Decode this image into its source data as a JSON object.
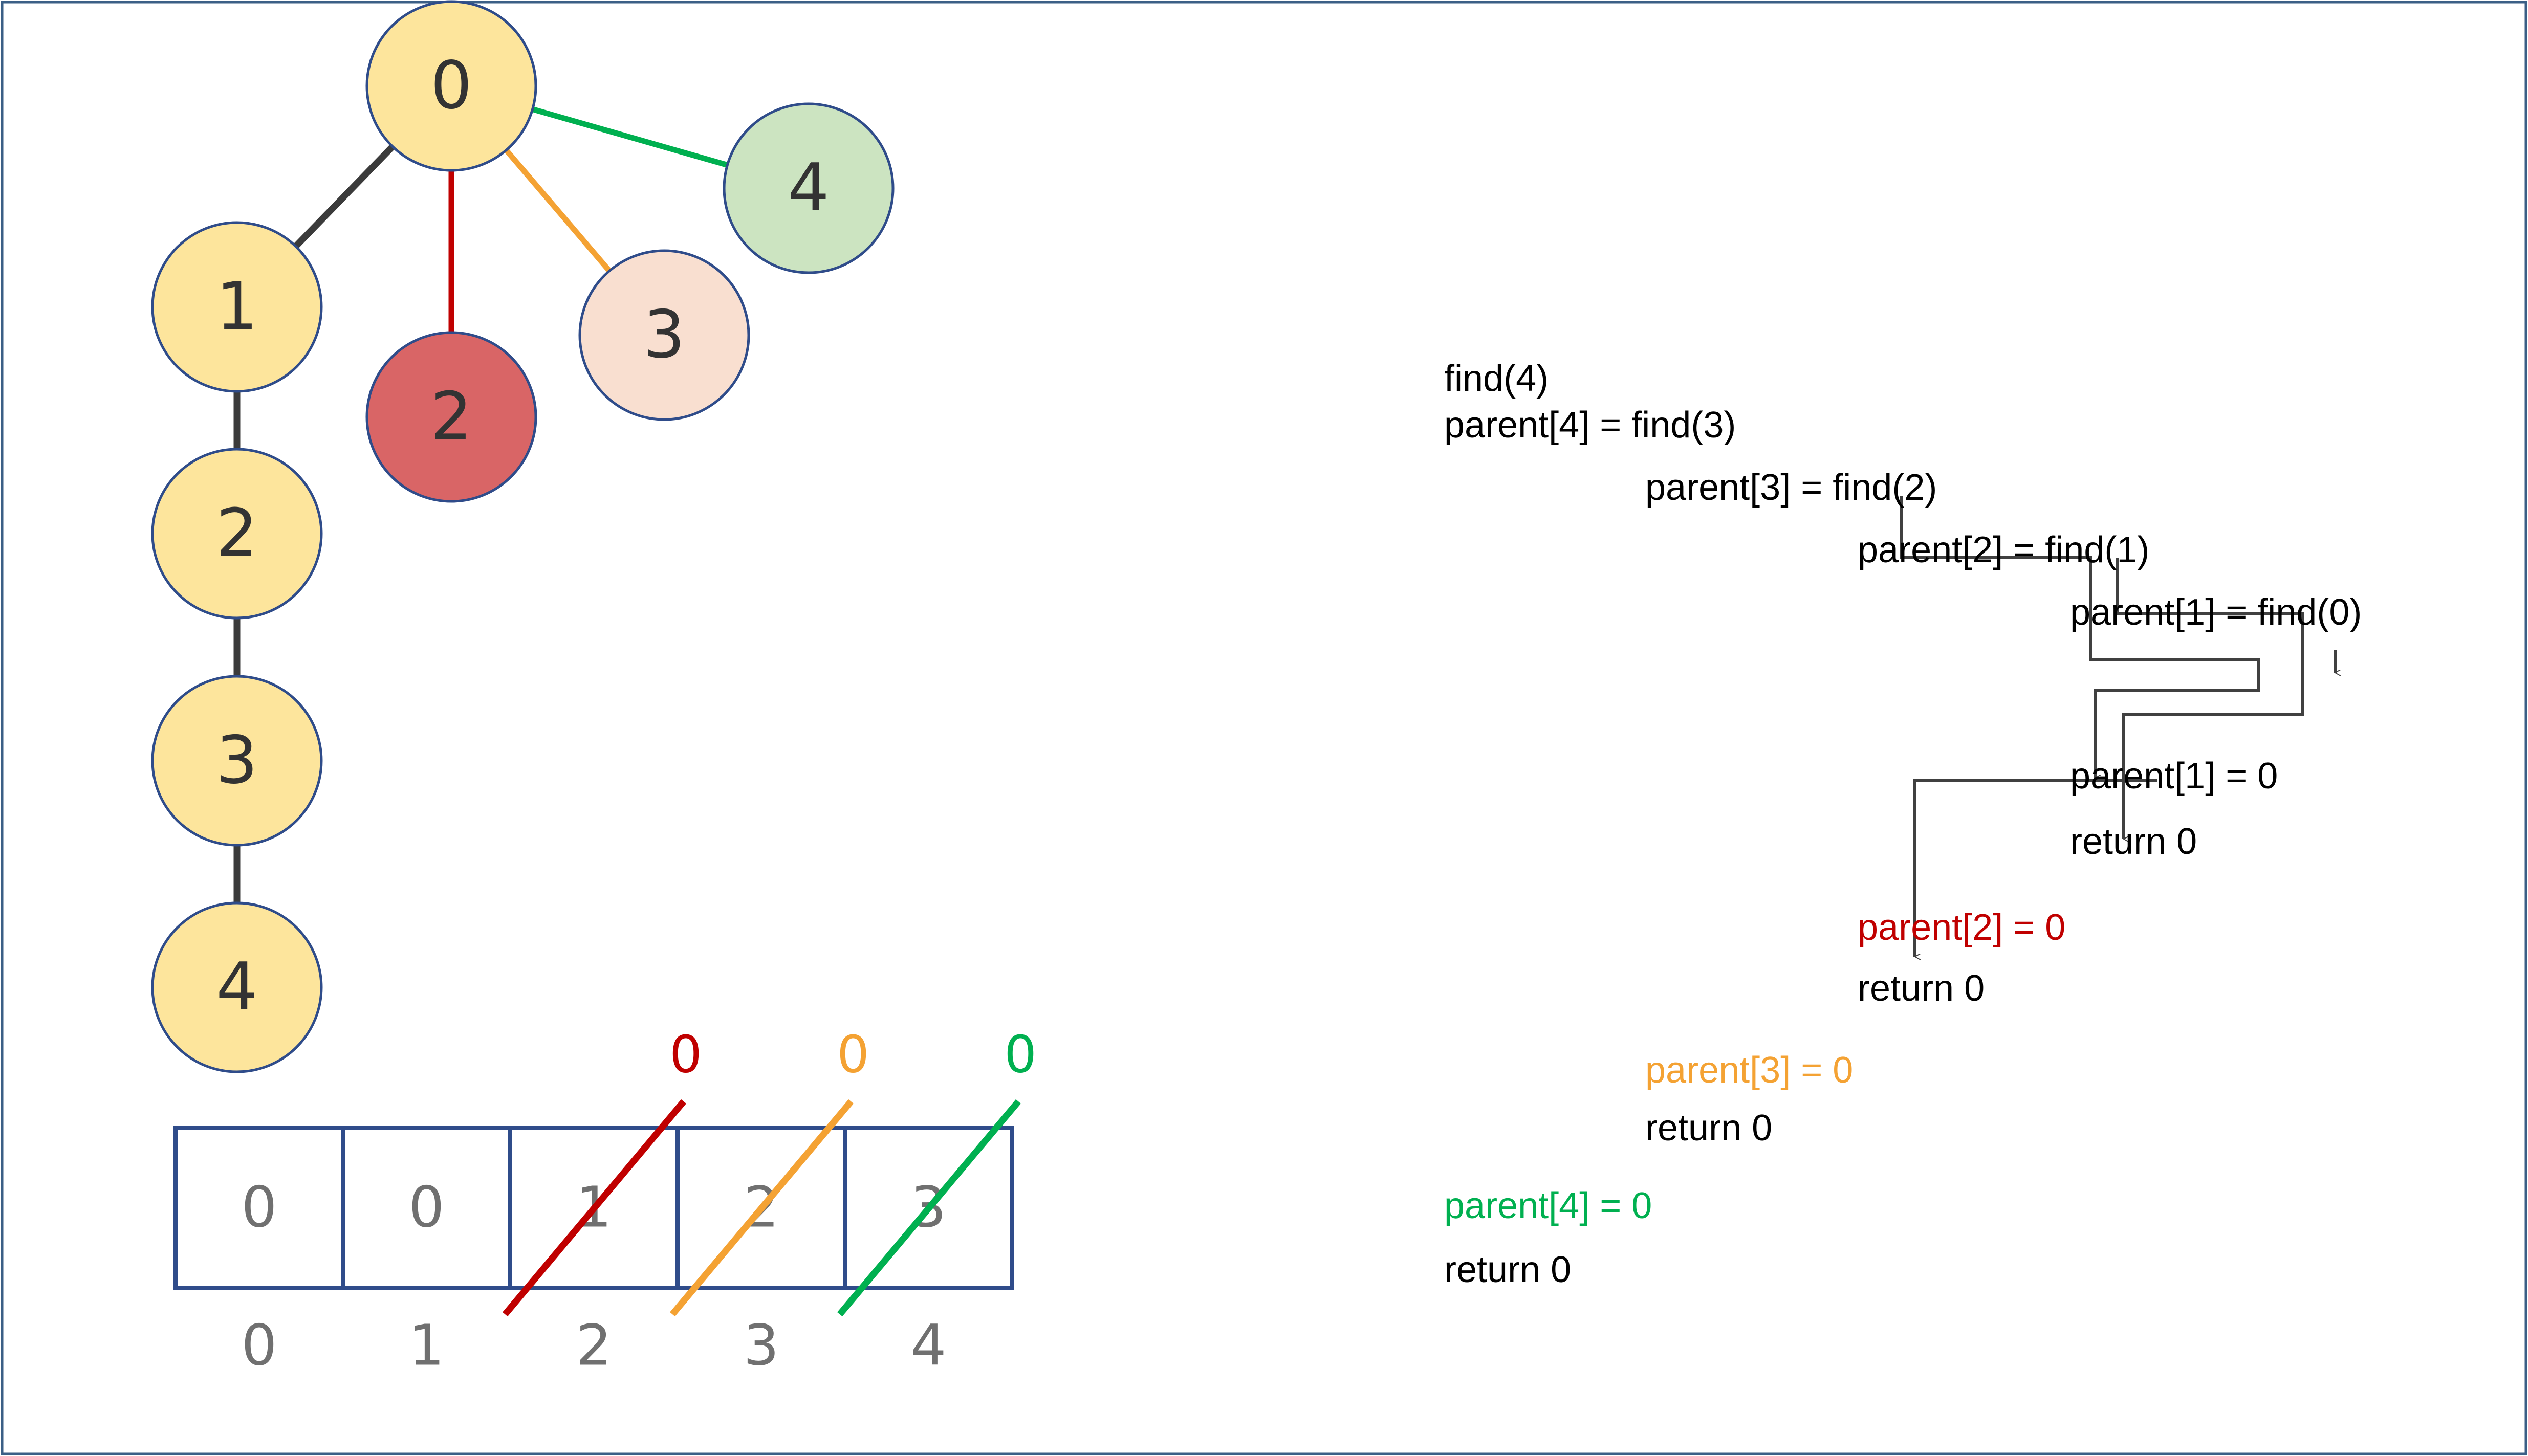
{
  "colors": {
    "frame": "#3b5f86",
    "node_yellow": "#fde59c",
    "node_red": "#d96566",
    "node_peach": "#f9dfd0",
    "node_green": "#cce4c1",
    "node_stroke": "#2f4c8a",
    "edge_dark": "#3b3b3b",
    "red": "#c00000",
    "orange": "#f4a233",
    "green": "#00b050",
    "black": "#000000",
    "gray_text": "#707070",
    "arrow": "#404040"
  },
  "before_tree": {
    "nodes": [
      {
        "id": "b0",
        "label": "0"
      },
      {
        "id": "b1",
        "label": "1"
      },
      {
        "id": "b2",
        "label": "2"
      },
      {
        "id": "b3",
        "label": "3"
      },
      {
        "id": "b4",
        "label": "4"
      }
    ],
    "edges": [
      [
        "b0",
        "b1"
      ],
      [
        "b1",
        "b2"
      ],
      [
        "b2",
        "b3"
      ],
      [
        "b3",
        "b4"
      ]
    ]
  },
  "after_tree": {
    "nodes": [
      {
        "id": "a2",
        "label": "2",
        "fill": "node_red"
      },
      {
        "id": "a3",
        "label": "3",
        "fill": "node_peach"
      },
      {
        "id": "a4",
        "label": "4",
        "fill": "node_green"
      }
    ],
    "edges": [
      {
        "from": "b0",
        "to": "a2",
        "color": "red"
      },
      {
        "from": "b0",
        "to": "a3",
        "color": "orange"
      },
      {
        "from": "b0",
        "to": "a4",
        "color": "green"
      }
    ]
  },
  "parent_array": {
    "cells": [
      {
        "index": "0",
        "value": "0",
        "crossed": false
      },
      {
        "index": "1",
        "value": "0",
        "crossed": false
      },
      {
        "index": "2",
        "value": "1",
        "crossed": true,
        "new_value": "0",
        "color": "red"
      },
      {
        "index": "3",
        "value": "2",
        "crossed": true,
        "new_value": "0",
        "color": "orange"
      },
      {
        "index": "4",
        "value": "3",
        "crossed": true,
        "new_value": "0",
        "color": "green"
      }
    ]
  },
  "trace": {
    "lines": [
      {
        "text": "find(4)",
        "color": "black"
      },
      {
        "text": "parent[4] = find(3)",
        "color": "black"
      },
      {
        "text": "parent[3] = find(2)",
        "color": "black"
      },
      {
        "text": "parent[2] = find(1)",
        "color": "black"
      },
      {
        "text": "parent[1] = find(0)",
        "color": "black"
      },
      {
        "text": "parent[1] = 0",
        "color": "black"
      },
      {
        "text": "return 0",
        "color": "black"
      },
      {
        "text": "parent[2] = 0",
        "color": "red"
      },
      {
        "text": "return 0",
        "color": "black"
      },
      {
        "text": "parent[3] = 0",
        "color": "orange"
      },
      {
        "text": "return 0",
        "color": "black"
      },
      {
        "text": "parent[4] = 0",
        "color": "green"
      },
      {
        "text": "return 0",
        "color": "black"
      }
    ]
  }
}
